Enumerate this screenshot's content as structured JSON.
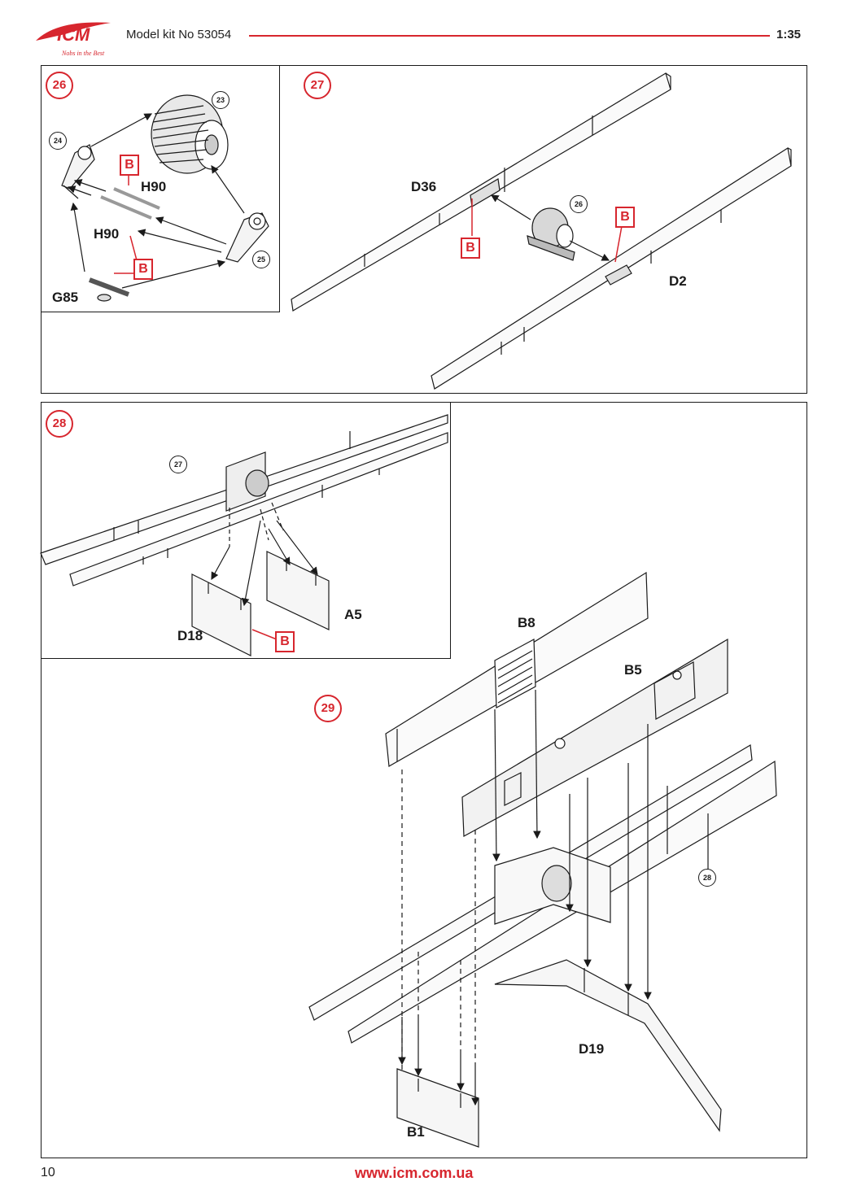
{
  "header": {
    "logo_text": "ICM",
    "logo_tagline": "Nobs in the Best",
    "model_kit": "Model kit No 53054",
    "scale": "1:35"
  },
  "steps": {
    "s26": {
      "number": "26",
      "subassemblies": [
        "23",
        "24",
        "25"
      ],
      "parts": [
        "H90",
        "H90",
        "G85"
      ],
      "glue": [
        "B",
        "B"
      ]
    },
    "s27": {
      "number": "27",
      "subassemblies": [
        "26"
      ],
      "parts": [
        "D36",
        "D2"
      ],
      "glue": [
        "B",
        "B"
      ]
    },
    "s28": {
      "number": "28",
      "subassemblies": [
        "27"
      ],
      "parts": [
        "D18",
        "A5"
      ],
      "glue": [
        "B"
      ]
    },
    "s29": {
      "number": "29",
      "subassemblies": [
        "28"
      ],
      "parts": [
        "B8",
        "B5",
        "D19",
        "B1"
      ]
    }
  },
  "footer": {
    "page_number": "10",
    "url": "www.icm.com.ua"
  },
  "colors": {
    "accent_red": "#d7262e",
    "line": "#1a1a1a"
  }
}
